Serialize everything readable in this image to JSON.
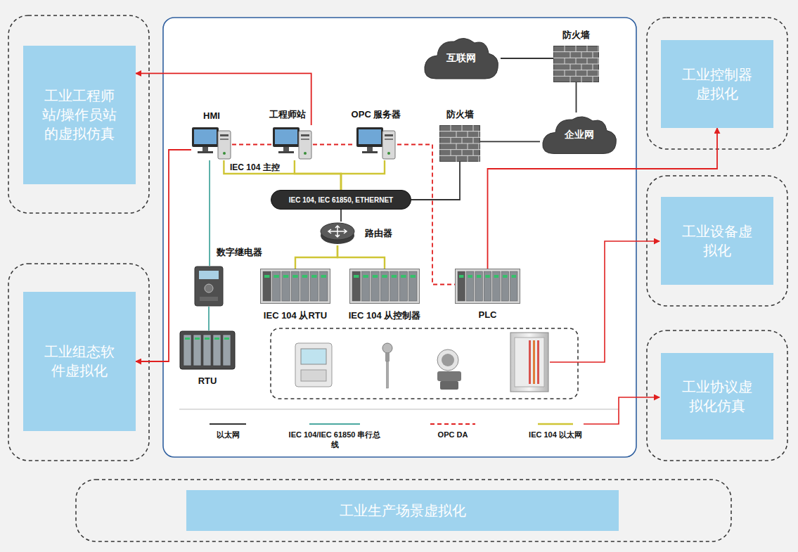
{
  "diagram": {
    "nodes": [
      {
        "text": [
          "工业工程师站/操作员站的虚拟仿真"
        ]
      },
      {
        "text": [
          "工业组态软件虚拟化"
        ]
      },
      {
        "text": [
          "工业控制器虚拟化"
        ]
      },
      {
        "text": [
          "工业设备虚拟化"
        ]
      },
      {
        "text": [
          "工业协议虚拟化仿真"
        ]
      },
      {
        "text": [
          "工业生产场景虚拟化"
        ]
      },
      {
        "text": [
          "互联网"
        ]
      },
      {
        "text": [
          "防火墙"
        ]
      },
      {
        "text": [
          "企业网"
        ]
      },
      {
        "text": [
          "HMI"
        ]
      },
      {
        "text": [
          "工程师站"
        ]
      },
      {
        "text": [
          "OPC 服务器"
        ]
      },
      {
        "text": [
          "防火墙"
        ]
      },
      {
        "text": [
          "IEC 104, IEC 61850, ETHERNET"
        ]
      },
      {
        "text": [
          "路由器"
        ]
      },
      {
        "text": [
          "数字继电器"
        ]
      },
      {
        "text": [
          "RTU"
        ]
      },
      {
        "text": [
          "IEC 104 从RTU"
        ]
      },
      {
        "text": [
          "IEC 104 从控制器"
        ]
      },
      {
        "text": [
          "PLC"
        ]
      }
    ],
    "edges": [
      {
        "from": 6,
        "to": 7,
        "arrow": "none"
      },
      {
        "from": 7,
        "to": 8,
        "arrow": "none"
      },
      {
        "from": 12,
        "to": 8,
        "arrow": "none"
      },
      {
        "from": 12,
        "to": 13,
        "arrow": "none"
      },
      {
        "from": 9,
        "to": 10,
        "arrow": "none"
      },
      {
        "from": 10,
        "to": 11,
        "arrow": "none"
      },
      {
        "from": 11,
        "to": 19,
        "arrow": "none"
      },
      {
        "from": 9,
        "to": 13,
        "arrow": "none"
      },
      {
        "from": 10,
        "to": 13,
        "arrow": "none"
      },
      {
        "from": 11,
        "to": 13,
        "arrow": "none"
      },
      {
        "from": 13,
        "to": 14,
        "arrow": "none"
      },
      {
        "from": 14,
        "to": 17,
        "arrow": "none"
      },
      {
        "from": 14,
        "to": 18,
        "arrow": "none"
      },
      {
        "from": 9,
        "to": 15,
        "arrow": "none"
      },
      {
        "from": 15,
        "to": 16,
        "arrow": "none"
      },
      {
        "from": 9,
        "to": 1,
        "arrow": "to"
      },
      {
        "from": 10,
        "to": 0,
        "arrow": "to"
      },
      {
        "from": 19,
        "to": 2,
        "arrow": "to"
      }
    ],
    "labels": [
      "IEC 104 主控"
    ],
    "legend": [
      {
        "text": "以太网"
      },
      {
        "text": "IEC 104/IEC 61850 串行总线"
      },
      {
        "text": "OPC DA"
      },
      {
        "text": "IEC 104 以太网"
      }
    ]
  }
}
